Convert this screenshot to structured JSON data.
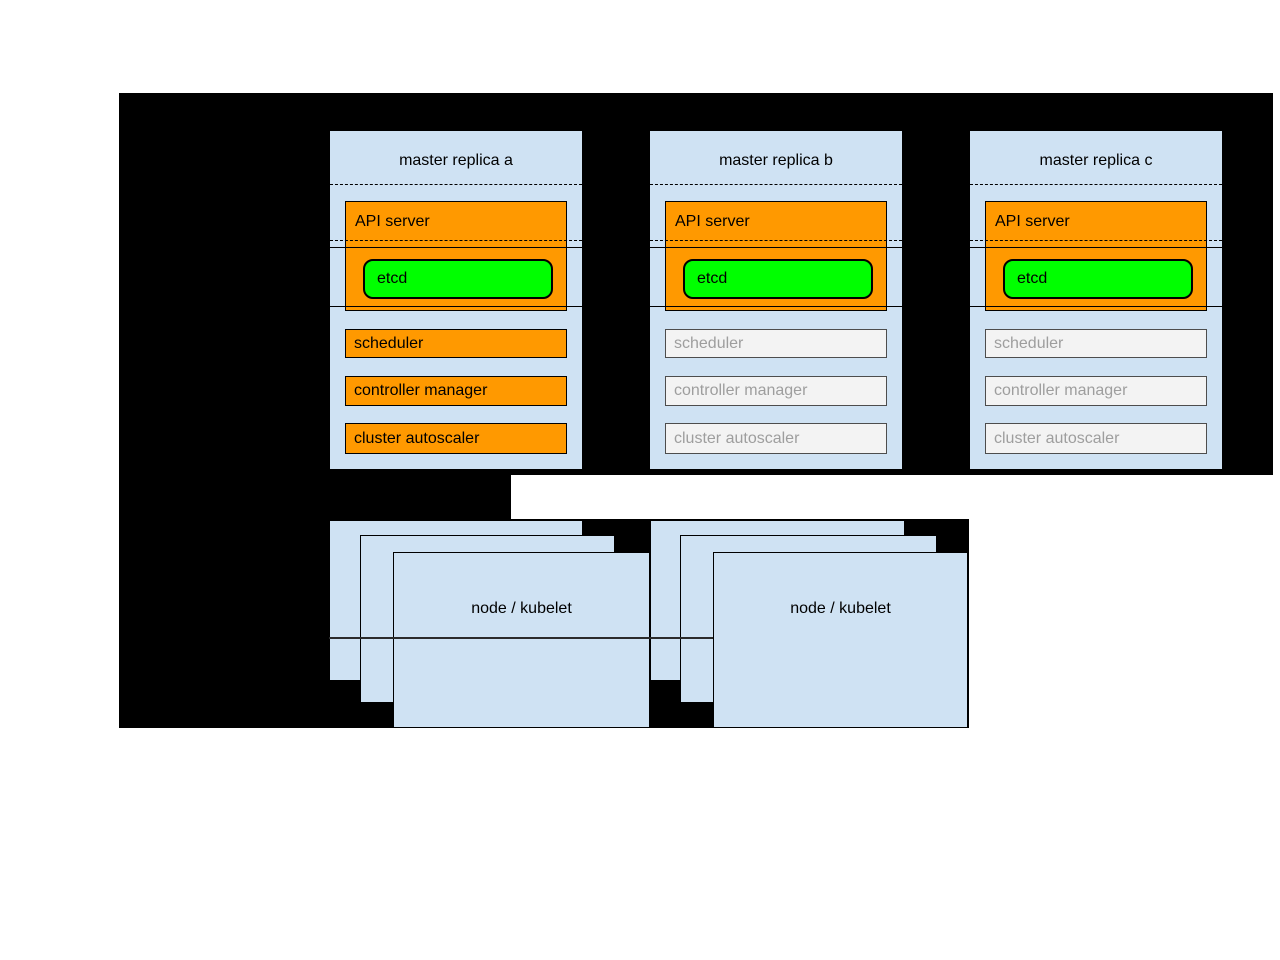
{
  "replicas": [
    {
      "title": "master replica a",
      "state": "active"
    },
    {
      "title": "master replica b",
      "state": "inactive"
    },
    {
      "title": "master replica c",
      "state": "inactive"
    }
  ],
  "labels": {
    "api_server": "API server",
    "etcd": "etcd",
    "scheduler": "scheduler",
    "controller_manager": "controller manager",
    "cluster_autoscaler": "cluster autoscaler",
    "node": "node / kubelet"
  },
  "colors": {
    "background": "#000000",
    "panel": "#cfe2f3",
    "active": "#ff9900",
    "etcd": "#00ff00",
    "inactive_fill": "#f3f3f3",
    "inactive_border": "#4d4d4d",
    "inactive_text": "#9e9e9e"
  }
}
